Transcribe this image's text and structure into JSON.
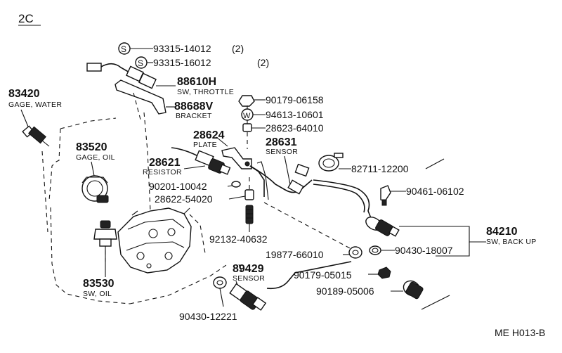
{
  "engine_code": "2C",
  "drawing_code": "ME H013-B",
  "symbols": {
    "s": "S",
    "w": "W"
  },
  "parts": {
    "p93315_14012": {
      "number": "93315-14012",
      "qty": "(2)"
    },
    "p93315_16012": {
      "number": "93315-16012",
      "qty": "(2)"
    },
    "p88610H": {
      "number": "88610H",
      "desc": "SW, THROTTLE"
    },
    "p88688V": {
      "number": "88688V",
      "desc": "BRACKET"
    },
    "p90179_06158": {
      "number": "90179-06158"
    },
    "p94613_10601": {
      "number": "94613-10601"
    },
    "p28623_64010": {
      "number": "28623-64010"
    },
    "p83420": {
      "number": "83420",
      "desc": "GAGE, WATER"
    },
    "p83520": {
      "number": "83520",
      "desc": "GAGE, OIL"
    },
    "p28624": {
      "number": "28624",
      "desc": "PLATE"
    },
    "p28631": {
      "number": "28631",
      "desc": "SENSOR"
    },
    "p82711_12200": {
      "number": "82711-12200"
    },
    "p28621": {
      "number": "28621",
      "desc": "RESISTOR"
    },
    "p90201_10042": {
      "number": "90201-10042"
    },
    "p28622_54020": {
      "number": "28622-54020"
    },
    "p90461_06102": {
      "number": "90461-06102"
    },
    "p84210": {
      "number": "84210",
      "desc": "SW, BACK UP"
    },
    "p92132_40632": {
      "number": "92132-40632"
    },
    "p19877_66010": {
      "number": "19877-66010"
    },
    "p90430_18007": {
      "number": "90430-18007"
    },
    "p89429": {
      "number": "89429",
      "desc": "SENSOR"
    },
    "p83530": {
      "number": "83530",
      "desc": "SW, OIL"
    },
    "p90179_05015": {
      "number": "90179-05015"
    },
    "p90189_05006": {
      "number": "90189-05006"
    },
    "p90430_12221": {
      "number": "90430-12221"
    }
  }
}
